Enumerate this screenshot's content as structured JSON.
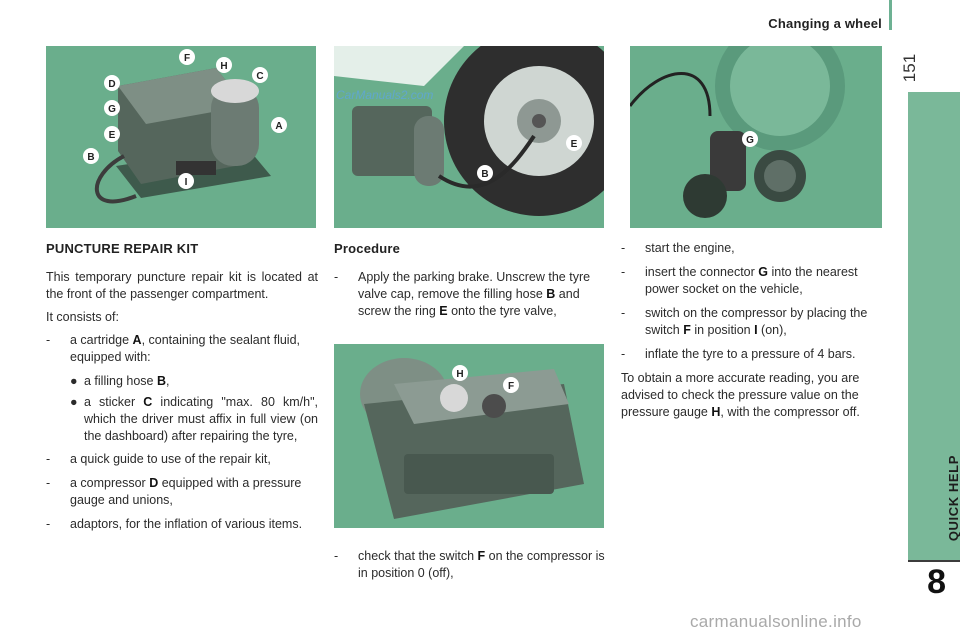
{
  "header": {
    "title": "Changing  a  wheel"
  },
  "page": {
    "number": "151"
  },
  "side_tab": {
    "label": "QUICK HELP",
    "chapter": "8"
  },
  "watermark": "carmanualsonline.info",
  "figure_logo": "CarManuals2.com",
  "figures": {
    "kit": {
      "labels": [
        "F",
        "H",
        "D",
        "C",
        "G",
        "A",
        "E",
        "B",
        "I"
      ]
    },
    "wheel": {
      "labels": [
        "E",
        "B"
      ]
    },
    "socket": {
      "labels": [
        "G"
      ]
    },
    "compressor": {
      "labels": [
        "H",
        "F"
      ]
    }
  },
  "left": {
    "title": "PUNCTURE REPAIR KIT",
    "intro": "This temporary puncture repair kit is located at the front of the passenger compartment.",
    "consists": "It consists of:",
    "item1": {
      "dash": "-",
      "pre": "a cartridge ",
      "key": "A",
      "post": ", containing the sealant fluid, equipped with:"
    },
    "sub1": {
      "dot": "●",
      "pre": "a filling hose ",
      "key": "B",
      "post": ","
    },
    "sub2": {
      "dot": "●",
      "pre": "a sticker ",
      "key": "C",
      "post": " indicating \"max. 80 km/h\", which the driver must affix in full view (on the dashboard) after repairing the tyre,"
    },
    "item2": {
      "dash": "-",
      "text": "a quick guide to use of the repair kit,"
    },
    "item3": {
      "dash": "-",
      "pre": "a compressor ",
      "key": "D",
      "post": " equipped with a pressure gauge and unions,"
    },
    "item4": {
      "dash": "-",
      "text": "adaptors, for the inflation of various items."
    }
  },
  "middle": {
    "title": "Procedure",
    "step1": {
      "dash": "-",
      "pre": "Apply the parking brake. Unscrew the tyre valve cap, remove the filling hose ",
      "key1": "B",
      "mid": " and screw the ring ",
      "key2": "E",
      "post": " onto the tyre valve,"
    },
    "step2": {
      "dash": "-",
      "pre": "check that the switch ",
      "key": "F",
      "post": " on the compressor is in position 0 (off),"
    }
  },
  "right": {
    "step3": {
      "dash": "-",
      "text": "start the engine,"
    },
    "step4": {
      "dash": "-",
      "pre": "insert the connector ",
      "key": "G",
      "post": " into the nearest power socket on the vehicle,"
    },
    "step5": {
      "dash": "-",
      "pre": "switch on the compressor by placing the switch ",
      "key1": "F",
      "mid": " in position ",
      "key2": "I",
      "post": " (on),"
    },
    "step6": {
      "dash": "-",
      "text": "inflate the tyre to a pressure of 4 bars."
    },
    "note": {
      "pre": "To obtain a more accurate reading, you are advised to check the pressure value on the pressure gauge ",
      "key": "H",
      "post": ", with the compressor off."
    }
  }
}
